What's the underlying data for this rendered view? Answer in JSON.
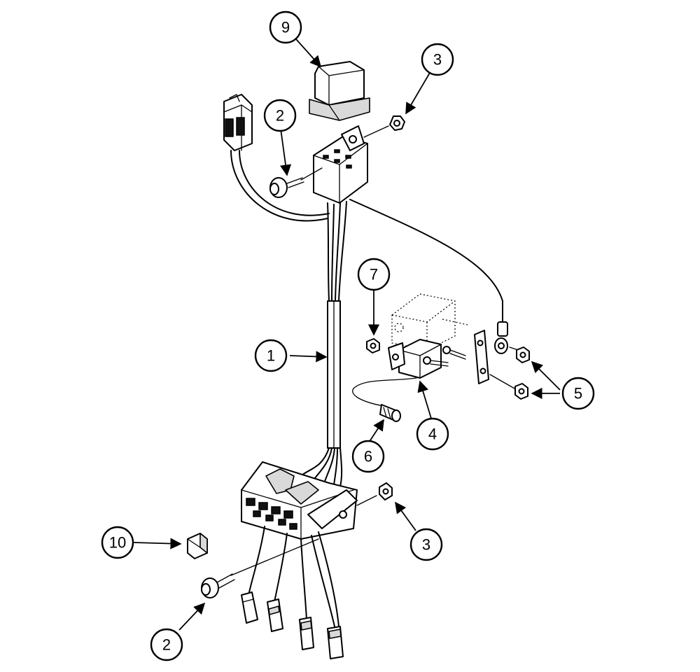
{
  "callouts": {
    "relay": "9",
    "relay_nut": "3",
    "relay_screw": "2",
    "wiring_harness": "1",
    "breaker_nut": "7",
    "circuit_breaker": "4",
    "breaker_screw": "6",
    "terminal_nuts": "5",
    "fuse_block_nut": "3",
    "fuse": "10",
    "fuse_block_screw": "2"
  }
}
